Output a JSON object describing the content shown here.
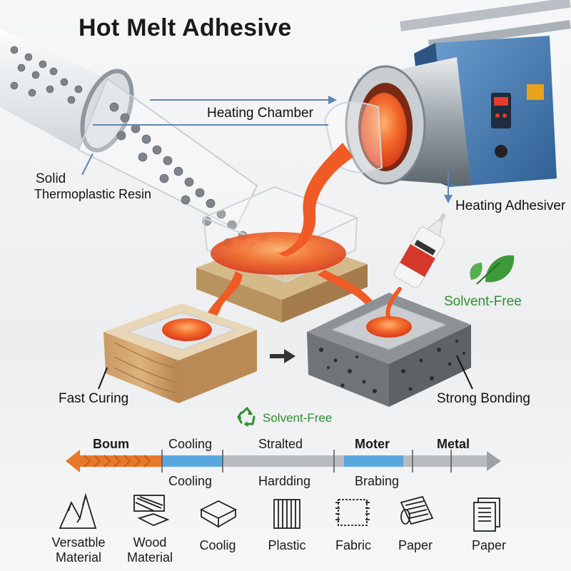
{
  "title": "Hot Melt Adhesive",
  "labels": {
    "heating_chamber": "Heating Chamber",
    "solid": "Solid",
    "thermoplastic_resin": "Thermoplastic Resin",
    "heating_adhesiver": "Heating Adhesiver",
    "solvent_free_top": "Solvent-Free",
    "fast_curing": "Fast Curing",
    "strong_bonding": "Strong Bonding",
    "solvent_free_mid": "Solvent-Free"
  },
  "scale": {
    "top_labels": [
      "Boum",
      "Cooling",
      "Stralted",
      "Moter",
      "Metal"
    ],
    "bottom_labels": [
      "Cooling",
      "Hardding",
      "Brabing"
    ]
  },
  "materials": [
    {
      "label": "Versatble\nMaterial",
      "icon": "mountains-icon"
    },
    {
      "label": "Wood\nMaterial",
      "icon": "wood-board-icon"
    },
    {
      "label": "Coolig",
      "icon": "cube-icon"
    },
    {
      "label": "Plastic",
      "icon": "plastic-sheet-icon"
    },
    {
      "label": "Fabric",
      "icon": "fabric-swatch-icon"
    },
    {
      "label": "Paper",
      "icon": "paper-roll-icon"
    },
    {
      "label": "Paper",
      "icon": "paper-stack-icon"
    }
  ],
  "colors": {
    "molten": "#f0501e",
    "molten_light": "#ff8a4a",
    "machine_blue": "#4a7fb5",
    "scale_orange": "#e8782a",
    "scale_blue": "#5aa8e0",
    "scale_gray": "#b8bcc0",
    "green": "#2f8f2f"
  }
}
